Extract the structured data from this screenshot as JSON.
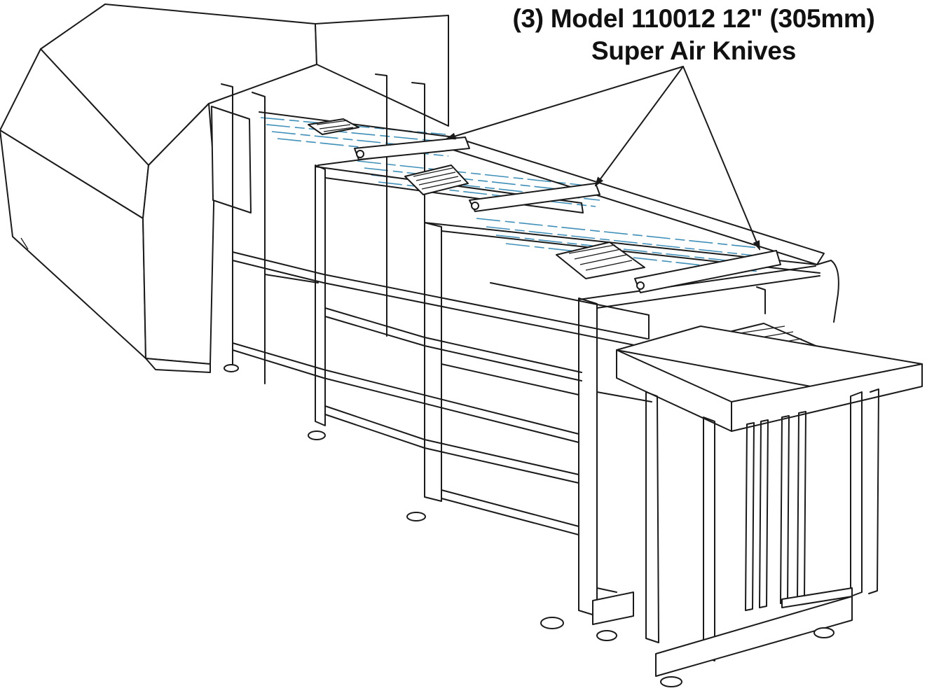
{
  "callout": {
    "line1": "(3)  Model 110012 12\" (305mm)",
    "line2": "Super Air Knives"
  },
  "colors": {
    "line": "#1a1a1a",
    "airflow": "#3f8fb8",
    "background": "#ffffff"
  },
  "callout_targets": [
    "air-knife-1",
    "air-knife-2",
    "air-knife-3"
  ]
}
